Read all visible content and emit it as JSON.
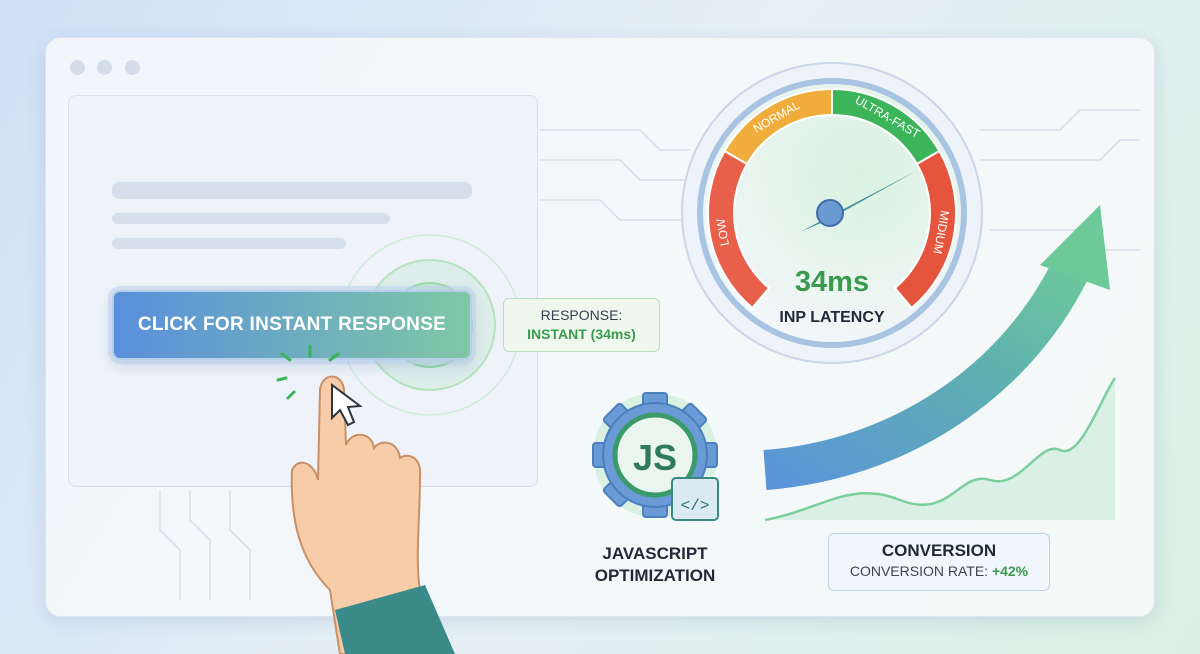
{
  "button": {
    "label": "CLICK FOR INSTANT RESPONSE"
  },
  "callout": {
    "label": "RESPONSE:",
    "value": "INSTANT (34ms)"
  },
  "gauge": {
    "segments": [
      {
        "label": "LOW",
        "color": "#e8604a"
      },
      {
        "label": "NORMAL",
        "color": "#f0ad3c"
      },
      {
        "label": "ULTRA-FAST",
        "color": "#3cb45a"
      },
      {
        "label": "MIDIUM",
        "color": "#e5553d"
      }
    ],
    "value": "34ms",
    "title": "INP LATENCY"
  },
  "js_badge": {
    "icon": "js-gear-icon",
    "text": "JS",
    "label_line1": "JAVASCRIPT",
    "label_line2": "OPTIMIZATION"
  },
  "conversion": {
    "title": "CONVERSION",
    "rate_label": "CONVERSION RATE:",
    "rate_value": "+42%"
  },
  "colors": {
    "accent_green": "#3a9a4d",
    "accent_blue": "#5a8fdc"
  }
}
